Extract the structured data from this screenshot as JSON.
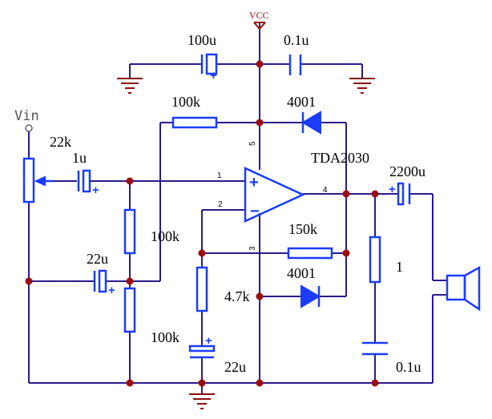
{
  "power": {
    "vcc": "VCC"
  },
  "input": {
    "vin": "Vin"
  },
  "labels": {
    "c_100u": "100u",
    "c_01u_top": "0.1u",
    "r_100k_top": "100k",
    "d_4001_top": "4001",
    "ic_name": "TDA2030",
    "r_22k": "22k",
    "c_1u": "1u",
    "c_2200u": "2200u",
    "r_100k_left": "100k",
    "r_150k": "150k",
    "c_22u_left": "22u",
    "r_1": "1",
    "d_4001_bottom": "4001",
    "r_4k7": "4.7k",
    "r_100k_bottom": "100k",
    "c_22u_bottom": "22u",
    "c_01u_bottom": "0.1u"
  },
  "pins": {
    "p1": "1",
    "p2": "2",
    "p3": "3",
    "p4": "4",
    "p5": "5"
  },
  "symbols": {
    "plus": "+",
    "minus": "−"
  },
  "icons": [
    "ground-icon",
    "speaker-icon",
    "diode-icon",
    "capacitor-icon",
    "resistor-icon",
    "opamp-icon",
    "potentiometer-icon"
  ]
}
